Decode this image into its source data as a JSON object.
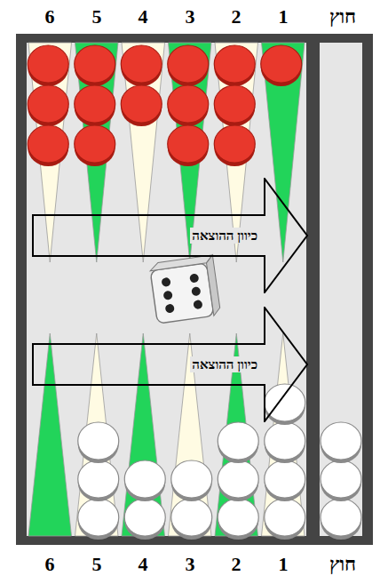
{
  "diagram": {
    "nodes": [
      {
        "text": [
          "כיוון ההוצאה"
        ]
      },
      {
        "text": [
          "כיוון ההוצאה"
        ]
      }
    ],
    "labels": [
      "6",
      "5",
      "4",
      "3",
      "2",
      "1",
      "חוץ",
      "6",
      "5",
      "4",
      "3",
      "2",
      "1",
      "חוץ"
    ]
  }
}
